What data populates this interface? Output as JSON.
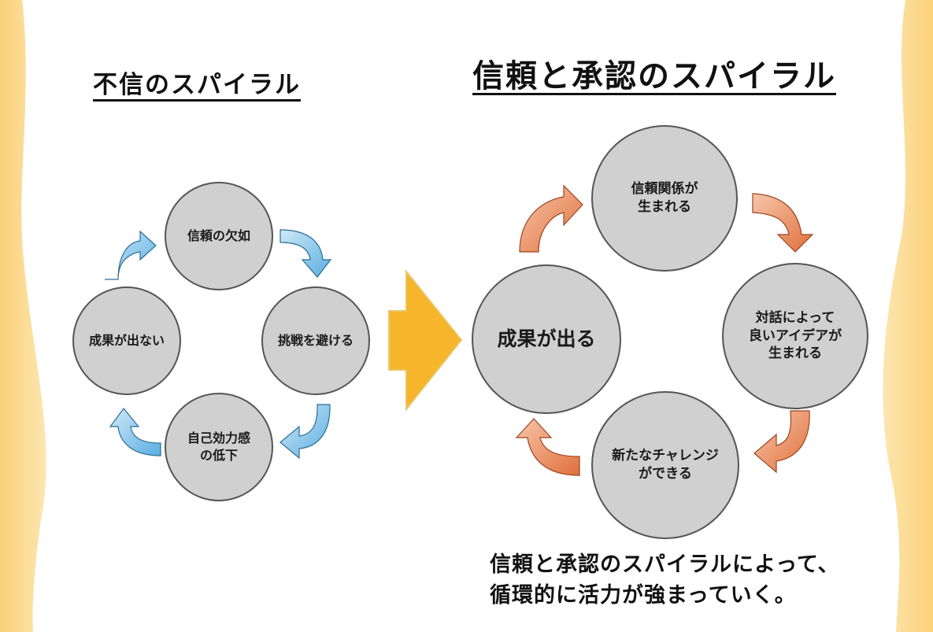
{
  "colors": {
    "background_side": "#fbd78a",
    "left_arrow": "#7ec2ea",
    "right_arrow": "#e8865a",
    "center_arrow": "#f6b52a",
    "node_fill": "#d0d0d0",
    "node_border": "#555555"
  },
  "left_spiral": {
    "title": "不信のスパイラル",
    "nodes": {
      "top": "信頼の欠如",
      "right": "挑戦を避ける",
      "bottom": "自己効力感\nの低下",
      "left": "成果が出ない"
    }
  },
  "right_spiral": {
    "title": "信頼と承認のスパイラル",
    "nodes": {
      "top": "信頼関係が\n生まれる",
      "right": "対話によって\n良いアイデアが\n生まれる",
      "bottom": "新たなチャレンジ\nができる",
      "left": "成果が出る"
    }
  },
  "caption": {
    "line1": "信頼と承認のスパイラルによって、",
    "line2": "循環的に活力が強まっていく。"
  },
  "icons": {
    "cycle_arrow": "curved-arrow-icon",
    "transition_arrow": "big-right-arrow-icon"
  }
}
